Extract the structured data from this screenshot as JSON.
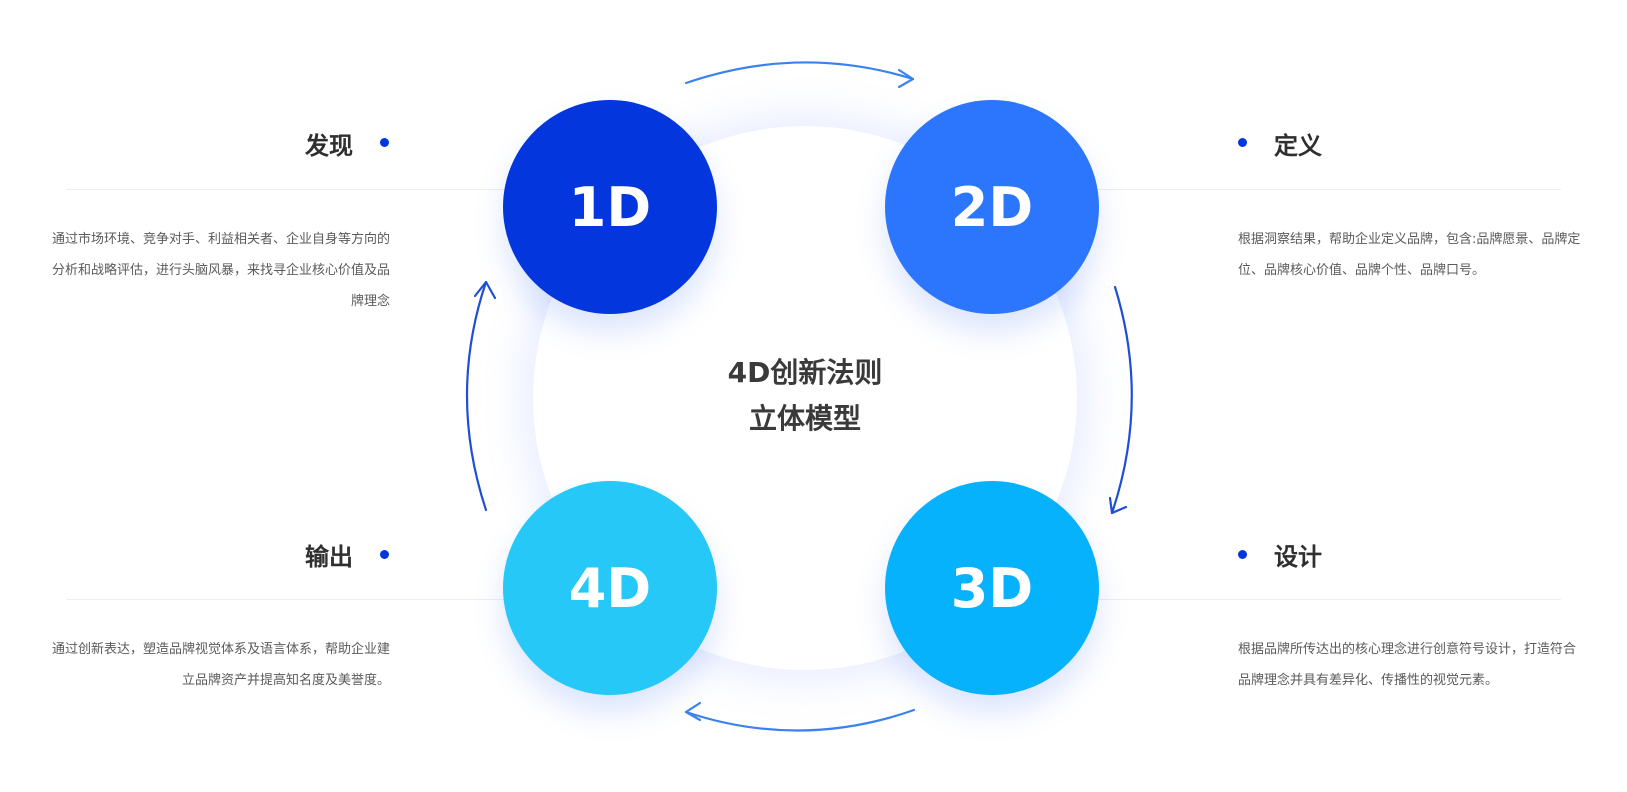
{
  "center": {
    "line1": "4D创新法则",
    "line2": "立体模型"
  },
  "colors": {
    "node_1": "#0336dc",
    "node_2": "#2b76fc",
    "node_3": "#07b2fd",
    "node_4": "#25c8f7",
    "arrow": "#2a62e8",
    "dot": "#0336dc"
  },
  "stages": [
    {
      "label": "1D",
      "title": "发现",
      "description": "通过市场环境、竞争对手、利益相关者、企业自身等方向的分析和战略评估，进行头脑风暴，来找寻企业核心价值及品牌理念"
    },
    {
      "label": "2D",
      "title": "定义",
      "description": "根据洞察结果，帮助企业定义品牌，包含:品牌愿景、品牌定位、品牌核心价值、品牌个性、品牌口号。"
    },
    {
      "label": "3D",
      "title": "设计",
      "description": "根据品牌所传达出的核心理念进行创意符号设计，打造符合品牌理念并具有差异化、传播性的视觉元素。"
    },
    {
      "label": "4D",
      "title": "输出",
      "description": "通过创新表达，塑造品牌视觉体系及语言体系，帮助企业建立品牌资产并提高知名度及美誉度。"
    }
  ]
}
